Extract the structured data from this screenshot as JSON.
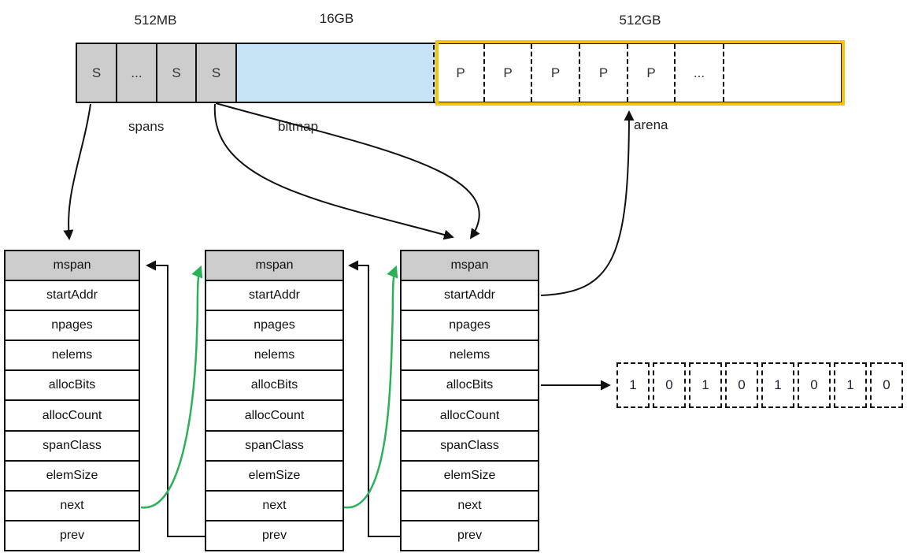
{
  "memory_bar": {
    "regions": [
      {
        "id": "spans",
        "size_label": "512MB",
        "pointer_label": "spans",
        "cells": [
          "S",
          "...",
          "S",
          "S"
        ]
      },
      {
        "id": "bitmap",
        "size_label": "16GB",
        "pointer_label": "bitmap",
        "cells": []
      },
      {
        "id": "arena",
        "size_label": "512GB",
        "pointer_label": "arena",
        "cells": [
          "P",
          "P",
          "P",
          "P",
          "P",
          "..."
        ]
      }
    ]
  },
  "mspan": {
    "header": "mspan",
    "fields": [
      "startAddr",
      "npages",
      "nelems",
      "allocBits",
      "allocCount",
      "spanClass",
      "elemSize",
      "next",
      "prev"
    ],
    "instance_count": 3
  },
  "alloc_bits_values": [
    "1",
    "0",
    "1",
    "0",
    "1",
    "0",
    "1",
    "0"
  ],
  "colors": {
    "span_cell_gray": "#cdcdcd",
    "table_header_gray": "#cccccc",
    "bitmap_blue": "#c5e3f4",
    "arena_yellow": "#f6c20e",
    "next_pointer_green": "#2bb158",
    "line_black": "#111111"
  }
}
